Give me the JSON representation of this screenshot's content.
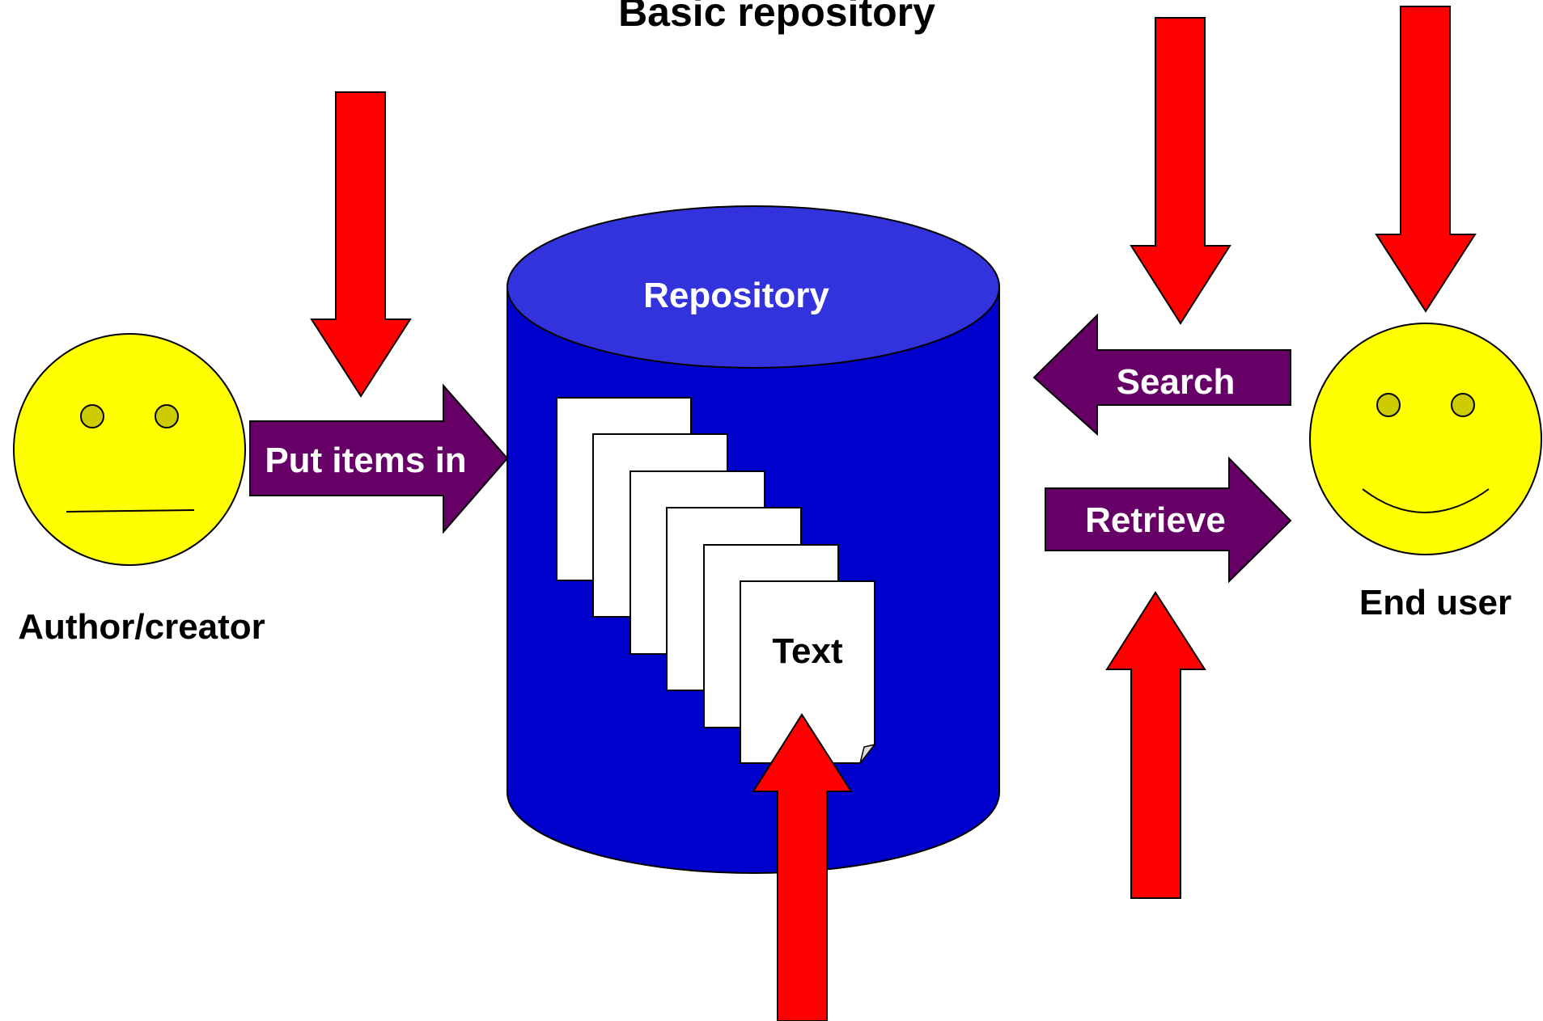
{
  "title": "Basic repository",
  "author": {
    "label": "Author/creator"
  },
  "end_user": {
    "label": "End user"
  },
  "repository": {
    "label": "Repository",
    "document_label": "Text"
  },
  "arrows": {
    "put_items_in": "Put items in",
    "search": "Search",
    "retrieve": "Retrieve"
  },
  "colors": {
    "face": "#ffff00",
    "eye": "#cccc00",
    "cylinder_body": "#0000cc",
    "cylinder_top": "#3333dd",
    "flow_arrow": "#660066",
    "pointer_arrow": "#ff0000",
    "document": "#ffffff"
  }
}
